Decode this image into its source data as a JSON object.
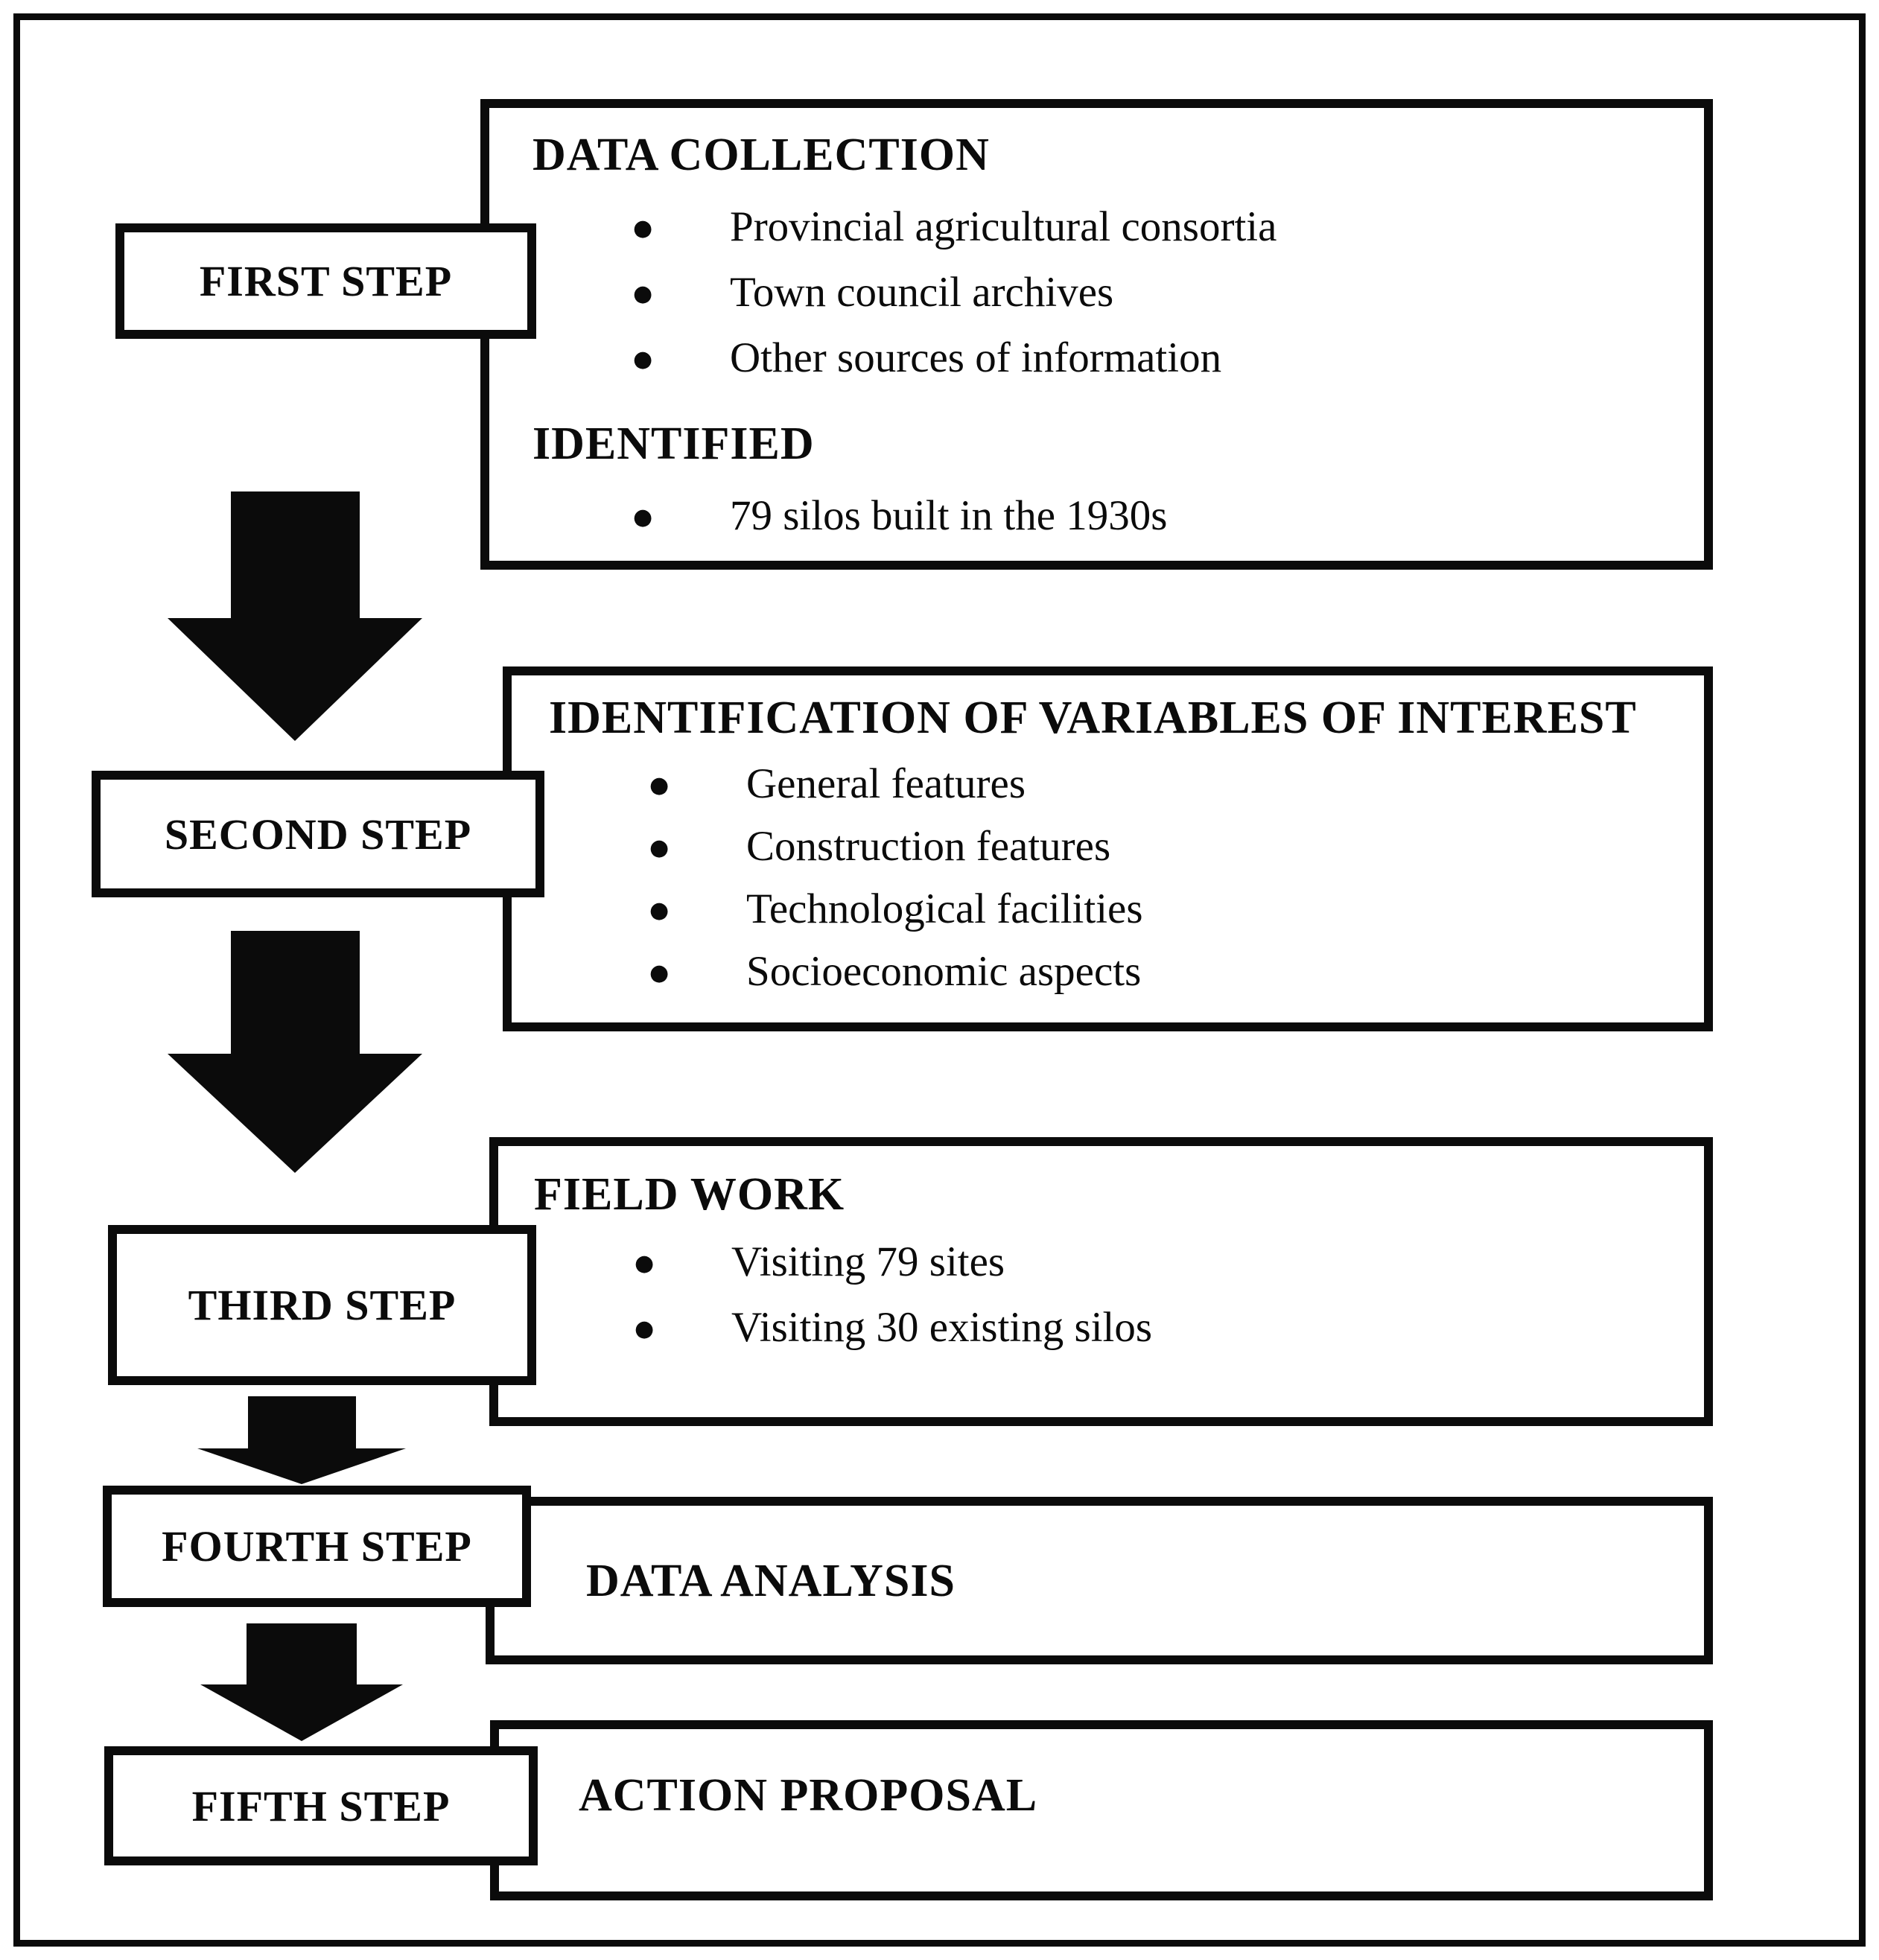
{
  "diagram": {
    "colors": {
      "ink": "#0b0b0b",
      "background": "#ffffff"
    },
    "steps": [
      {
        "label": "FIRST STEP",
        "content": {
          "title": "DATA COLLECTION",
          "bullets": [
            "Provincial agricultural consortia",
            "Town council archives",
            "Other sources of information"
          ],
          "subtitle": "IDENTIFIED",
          "subtitle_bullets": [
            "79 silos built in the 1930s"
          ]
        }
      },
      {
        "label": "SECOND STEP",
        "content": {
          "title": "IDENTIFICATION OF VARIABLES OF INTEREST",
          "bullets": [
            "General features",
            "Construction features",
            "Technological facilities",
            "Socioeconomic aspects"
          ]
        }
      },
      {
        "label": "THIRD STEP",
        "content": {
          "title": "FIELD WORK",
          "bullets": [
            "Visiting 79 sites",
            "Visiting 30 existing silos"
          ]
        }
      },
      {
        "label": "FOURTH STEP",
        "content": {
          "title": "DATA ANALYSIS",
          "bullets": []
        }
      },
      {
        "label": "FIFTH STEP",
        "content": {
          "title": "ACTION PROPOSAL",
          "bullets": []
        }
      }
    ]
  }
}
